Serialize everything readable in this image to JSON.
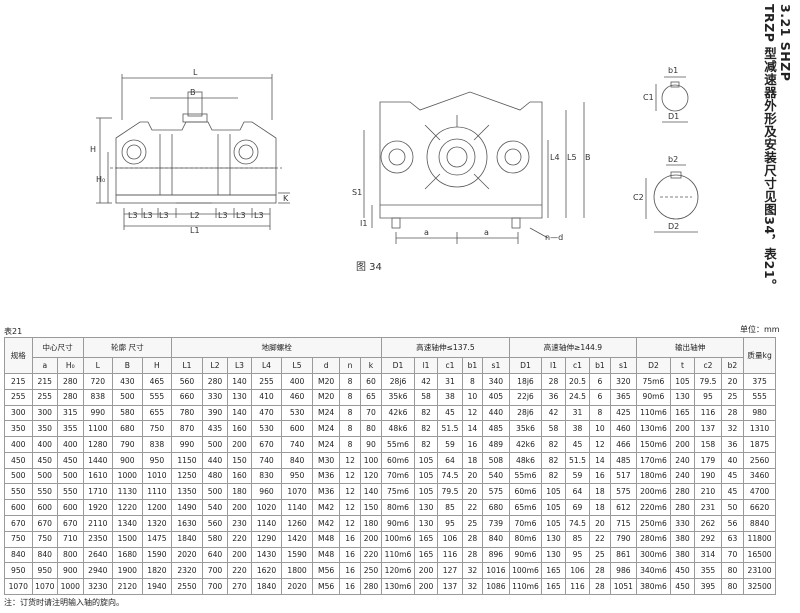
{
  "section_title_line1": "3.21 SHZP",
  "section_title_line2": "TRZP 型减速器外形及安装尺寸见图34，表21。",
  "figure_label": "图 34",
  "drawing_labels": {
    "L": "L",
    "B": "B",
    "H": "H",
    "H0": "H₀",
    "K": "K",
    "L1": "L1",
    "L2": "L2",
    "L3": "L3",
    "L4": "L4",
    "L5": "L5",
    "S1": "S1",
    "I1": "I1",
    "a": "a",
    "n_d": "n—d",
    "b1": "b1",
    "c1": "C1",
    "d1": "D1",
    "b2": "b2",
    "c2": "C2",
    "d2": "D2"
  },
  "table_name": "表21",
  "unit_label": "单位：mm",
  "note": "注：订货时请注明输入轴的旋向。",
  "group_headers": {
    "model": "规格",
    "center_distance": "中心尺寸",
    "outline": "轮廓 尺寸",
    "foot_bolts": "地脚螺栓",
    "hs_shaft_low": "高速轴伸≤137.5",
    "hs_shaft_high": "高速轴伸≥144.9",
    "output_shaft": "输出轴伸",
    "mass": "质量kg"
  },
  "sub_headers": [
    "a",
    "H₀",
    "L",
    "B",
    "H",
    "L1",
    "L2",
    "L3",
    "L4",
    "L5",
    "d",
    "n",
    "k",
    "D1",
    "l1",
    "c1",
    "b1",
    "s1",
    "D1",
    "l1",
    "c1",
    "b1",
    "s1",
    "D2",
    "t",
    "c2",
    "b2"
  ],
  "rows": [
    [
      "215",
      "215",
      "280",
      "720",
      "430",
      "465",
      "560",
      "280",
      "140",
      "255",
      "400",
      "M20",
      "8",
      "60",
      "28j6",
      "42",
      "31",
      "8",
      "340",
      "18j6",
      "28",
      "20.5",
      "6",
      "320",
      "75m6",
      "105",
      "79.5",
      "20",
      "375"
    ],
    [
      "255",
      "255",
      "280",
      "838",
      "500",
      "555",
      "660",
      "330",
      "130",
      "410",
      "460",
      "M20",
      "8",
      "65",
      "35k6",
      "58",
      "38",
      "10",
      "405",
      "22j6",
      "36",
      "24.5",
      "6",
      "365",
      "90m6",
      "130",
      "95",
      "25",
      "555"
    ],
    [
      "300",
      "300",
      "315",
      "990",
      "580",
      "655",
      "780",
      "390",
      "140",
      "470",
      "530",
      "M24",
      "8",
      "70",
      "42k6",
      "82",
      "45",
      "12",
      "440",
      "28j6",
      "42",
      "31",
      "8",
      "425",
      "110m6",
      "165",
      "116",
      "28",
      "980"
    ],
    [
      "350",
      "350",
      "355",
      "1100",
      "680",
      "750",
      "870",
      "435",
      "160",
      "530",
      "600",
      "M24",
      "8",
      "80",
      "48k6",
      "82",
      "51.5",
      "14",
      "485",
      "35k6",
      "58",
      "38",
      "10",
      "460",
      "130m6",
      "200",
      "137",
      "32",
      "1310"
    ],
    [
      "400",
      "400",
      "400",
      "1280",
      "790",
      "838",
      "990",
      "500",
      "200",
      "670",
      "740",
      "M24",
      "8",
      "90",
      "55m6",
      "82",
      "59",
      "16",
      "489",
      "42k6",
      "82",
      "45",
      "12",
      "466",
      "150m6",
      "200",
      "158",
      "36",
      "1875"
    ],
    [
      "450",
      "450",
      "450",
      "1440",
      "900",
      "950",
      "1150",
      "440",
      "150",
      "740",
      "840",
      "M30",
      "12",
      "100",
      "60m6",
      "105",
      "64",
      "18",
      "508",
      "48k6",
      "82",
      "51.5",
      "14",
      "485",
      "170m6",
      "240",
      "179",
      "40",
      "2560"
    ],
    [
      "500",
      "500",
      "500",
      "1610",
      "1000",
      "1010",
      "1250",
      "480",
      "160",
      "830",
      "950",
      "M36",
      "12",
      "120",
      "70m6",
      "105",
      "74.5",
      "20",
      "540",
      "55m6",
      "82",
      "59",
      "16",
      "517",
      "180m6",
      "240",
      "190",
      "45",
      "3460"
    ],
    [
      "550",
      "550",
      "550",
      "1710",
      "1130",
      "1110",
      "1350",
      "500",
      "180",
      "960",
      "1070",
      "M36",
      "12",
      "140",
      "75m6",
      "105",
      "79.5",
      "20",
      "575",
      "60m6",
      "105",
      "64",
      "18",
      "575",
      "200m6",
      "280",
      "210",
      "45",
      "4700"
    ],
    [
      "600",
      "600",
      "600",
      "1920",
      "1220",
      "1200",
      "1490",
      "540",
      "200",
      "1020",
      "1140",
      "M42",
      "12",
      "150",
      "80m6",
      "130",
      "85",
      "22",
      "680",
      "65m6",
      "105",
      "69",
      "18",
      "612",
      "220m6",
      "280",
      "231",
      "50",
      "6620"
    ],
    [
      "670",
      "670",
      "670",
      "2110",
      "1340",
      "1320",
      "1630",
      "560",
      "230",
      "1140",
      "1260",
      "M42",
      "12",
      "180",
      "90m6",
      "130",
      "95",
      "25",
      "739",
      "70m6",
      "105",
      "74.5",
      "20",
      "715",
      "250m6",
      "330",
      "262",
      "56",
      "8840"
    ],
    [
      "750",
      "750",
      "710",
      "2350",
      "1500",
      "1475",
      "1840",
      "580",
      "220",
      "1290",
      "1420",
      "M48",
      "16",
      "200",
      "100m6",
      "165",
      "106",
      "28",
      "840",
      "80m6",
      "130",
      "85",
      "22",
      "790",
      "280m6",
      "380",
      "292",
      "63",
      "11800"
    ],
    [
      "840",
      "840",
      "800",
      "2640",
      "1680",
      "1590",
      "2020",
      "640",
      "200",
      "1430",
      "1590",
      "M48",
      "16",
      "220",
      "110m6",
      "165",
      "116",
      "28",
      "896",
      "90m6",
      "130",
      "95",
      "25",
      "861",
      "300m6",
      "380",
      "314",
      "70",
      "16500"
    ],
    [
      "950",
      "950",
      "900",
      "2940",
      "1900",
      "1820",
      "2320",
      "700",
      "220",
      "1620",
      "1800",
      "M56",
      "16",
      "250",
      "120m6",
      "200",
      "127",
      "32",
      "1016",
      "100m6",
      "165",
      "106",
      "28",
      "986",
      "340m6",
      "450",
      "355",
      "80",
      "23100"
    ],
    [
      "1070",
      "1070",
      "1000",
      "3230",
      "2120",
      "1940",
      "2550",
      "700",
      "270",
      "1840",
      "2020",
      "M56",
      "16",
      "280",
      "130m6",
      "200",
      "137",
      "32",
      "1086",
      "110m6",
      "165",
      "116",
      "28",
      "1051",
      "380m6",
      "450",
      "395",
      "80",
      "32500"
    ]
  ]
}
